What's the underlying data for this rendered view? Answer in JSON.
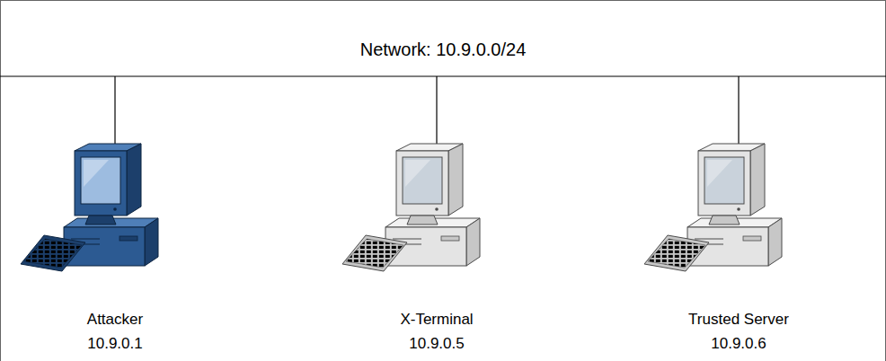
{
  "diagram": {
    "title": "Network: 10.9.0.0/24",
    "nodes": [
      {
        "text": [
          "Attacker",
          "10.9.0.1"
        ]
      },
      {
        "text": [
          "X-Terminal",
          "10.9.0.5"
        ]
      },
      {
        "text": [
          "Trusted Server",
          "10.9.0.6"
        ]
      }
    ]
  }
}
